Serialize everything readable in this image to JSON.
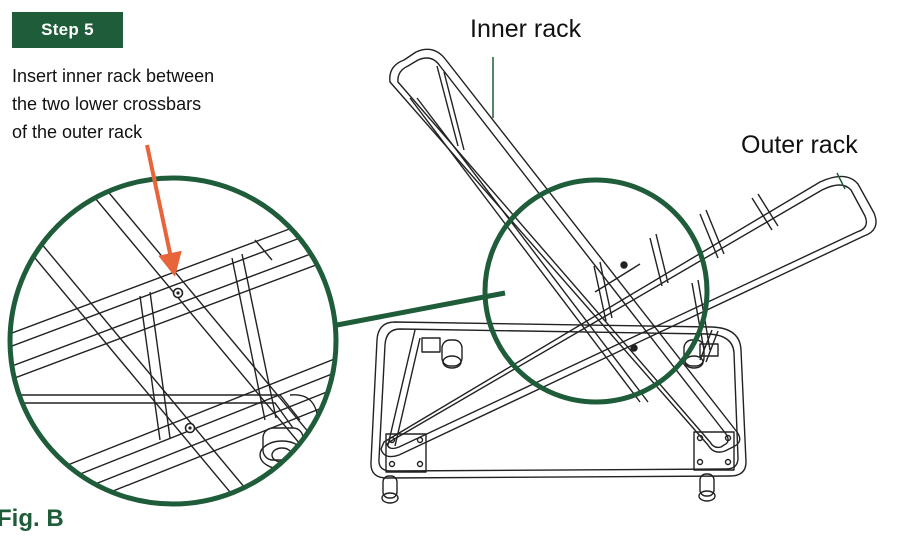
{
  "step": {
    "label": "Step 5"
  },
  "instruction": {
    "lines": [
      "Insert inner rack between",
      "the two lower crossbars",
      "of the outer rack"
    ]
  },
  "labels": {
    "inner_rack": "Inner rack",
    "outer_rack": "Outer rack"
  },
  "figure": {
    "caption": "Fig. B"
  },
  "colors": {
    "brand_green": "#1e5c3a",
    "arrow_orange": "#e8643a",
    "line": "#222222"
  }
}
